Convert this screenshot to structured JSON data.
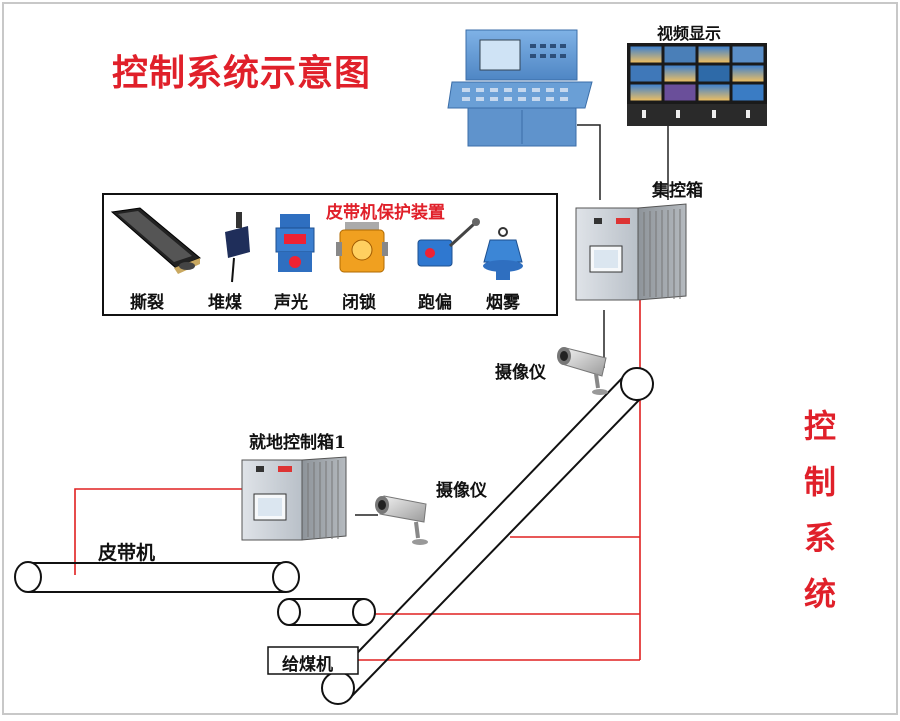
{
  "title": "控制系统示意图",
  "side_title": [
    "控",
    "制",
    "系",
    "统"
  ],
  "labels": {
    "video_display": "视频显示",
    "central_box": "集控箱",
    "protection_device": "皮带机保护装置",
    "camera_top": "摄像仪",
    "camera_mid": "摄像仪",
    "local_box": "就地控制箱1",
    "belt_machine": "皮带机",
    "feeder": "给煤机"
  },
  "protection_items": [
    "撕裂",
    "堆煤",
    "声光",
    "闭锁",
    "跑偏",
    "烟雾"
  ],
  "colors": {
    "title_red": "#e0202a",
    "control_line_red": "#e02020",
    "console_blue": "#6aa0d8",
    "cabinet_gray": "#9aa0a6"
  }
}
